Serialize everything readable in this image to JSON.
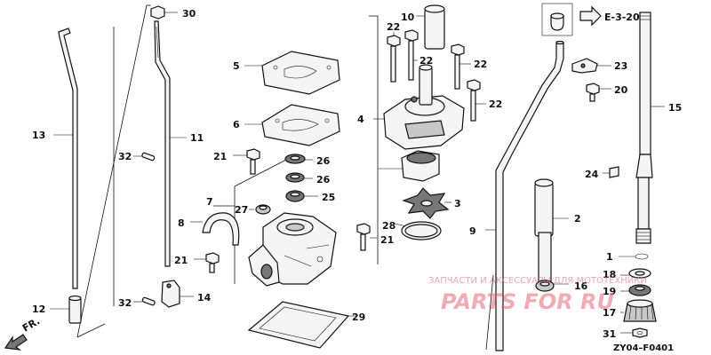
{
  "labels": {
    "p30": "30",
    "p10": "10",
    "p22a": "22",
    "p22b": "22",
    "p22c": "22",
    "p22d": "22",
    "p5": "5",
    "p6": "6",
    "p4": "4",
    "p13": "13",
    "p11": "11",
    "p32a": "32",
    "p32b": "32",
    "p21a": "21",
    "p21b": "21",
    "p21c": "21",
    "p26a": "26",
    "p26b": "26",
    "p25": "25",
    "p7": "7",
    "p27": "27",
    "p8": "8",
    "p28": "28",
    "p3": "3",
    "p9": "9",
    "p2": "2",
    "p12": "12",
    "p14": "14",
    "p29": "29",
    "p16": "16",
    "p23": "23",
    "p20": "20",
    "p15": "15",
    "p24": "24",
    "p1": "1",
    "p18": "18",
    "p19": "19",
    "p17": "17",
    "p31": "31"
  },
  "reference": {
    "ref_label": "E-3-20"
  },
  "direction": {
    "label": "FR."
  },
  "footer": {
    "code": "ZY04–F0401"
  },
  "watermark": {
    "text": "ЗАПЧАСТИ И АКСЕССУАРЫ ДЛЯ МОТОТЕХНИКИ",
    "logo": "PARTS FOR RU"
  }
}
